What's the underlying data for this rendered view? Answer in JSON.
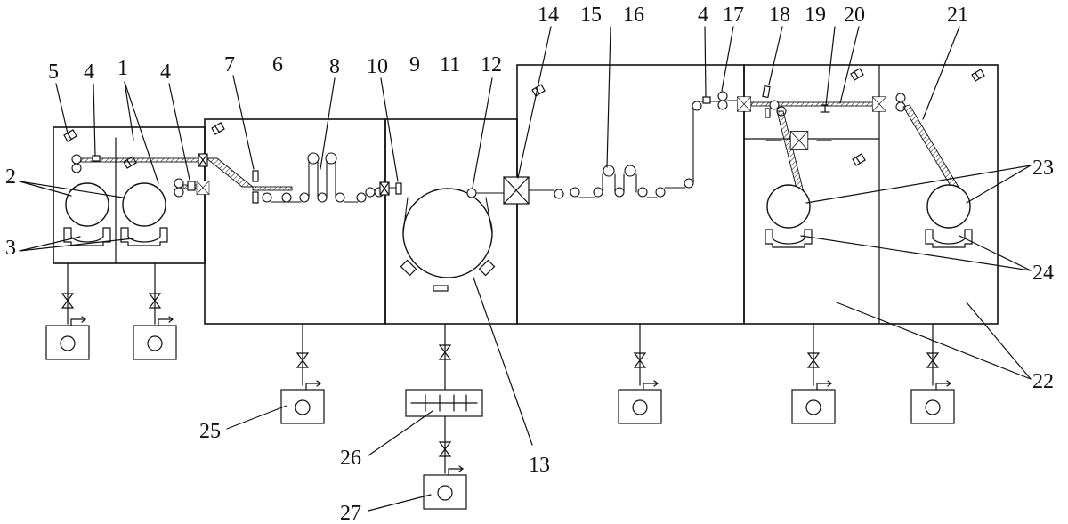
{
  "labels": {
    "l1": "1",
    "l2": "2",
    "l3": "3",
    "l4a": "4",
    "l4b": "4",
    "l4c": "4",
    "l5": "5",
    "l6": "6",
    "l7": "7",
    "l8": "8",
    "l9": "9",
    "l10": "10",
    "l11": "11",
    "l12": "12",
    "l13": "13",
    "l14": "14",
    "l15": "15",
    "l16": "16",
    "l17": "17",
    "l18": "18",
    "l19": "19",
    "l20": "20",
    "l21": "21",
    "l22": "22",
    "l23": "23",
    "l24": "24",
    "l25": "25",
    "l26": "26",
    "l27": "27"
  }
}
